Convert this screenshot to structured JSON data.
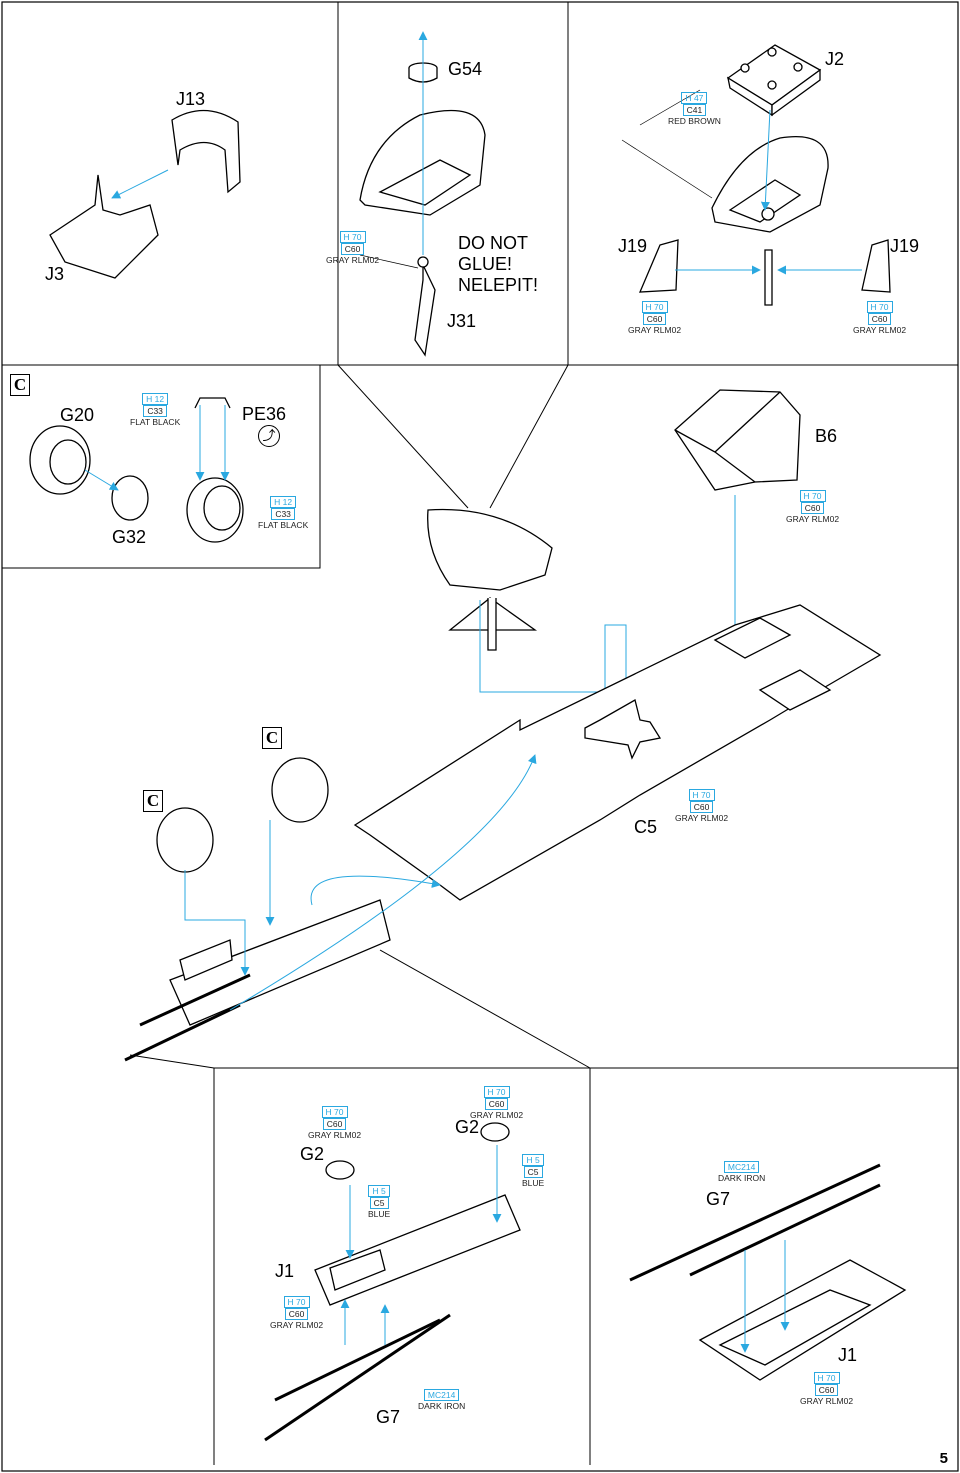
{
  "marks": {
    "c_symbol": "C"
  },
  "parts": {
    "j13": "J13",
    "j3": "J3",
    "g54": "G54",
    "j31": "J31",
    "j2": "J2",
    "j19_left": "J19",
    "j19_right": "J19",
    "g20": "G20",
    "pe36": "PE36",
    "g32": "G32",
    "b6": "B6",
    "c5": "C5",
    "g2_left": "G2",
    "g2_right": "G2",
    "j1_left": "J1",
    "g7_left": "G7",
    "g7_right": "G7",
    "j1_right": "J1"
  },
  "note": {
    "line1": "DO NOT",
    "line2": "GLUE!",
    "line3": "NELEPIT!"
  },
  "paints": {
    "gray": {
      "h": "H 70",
      "c": "C60",
      "name": "GRAY RLM02"
    },
    "brown": {
      "h": "H 47",
      "c": "C41",
      "name": "RED BROWN"
    },
    "black": {
      "h": "H 12",
      "c": "C33",
      "name": "FLAT BLACK"
    },
    "blue": {
      "h": "H 5",
      "c": "C5",
      "name": "BLUE"
    },
    "iron": {
      "mc": "MC214",
      "name": "DARK IRON"
    }
  },
  "page_number": "5",
  "colors": {
    "accent": "#2aa8e0",
    "line": "#000000"
  }
}
